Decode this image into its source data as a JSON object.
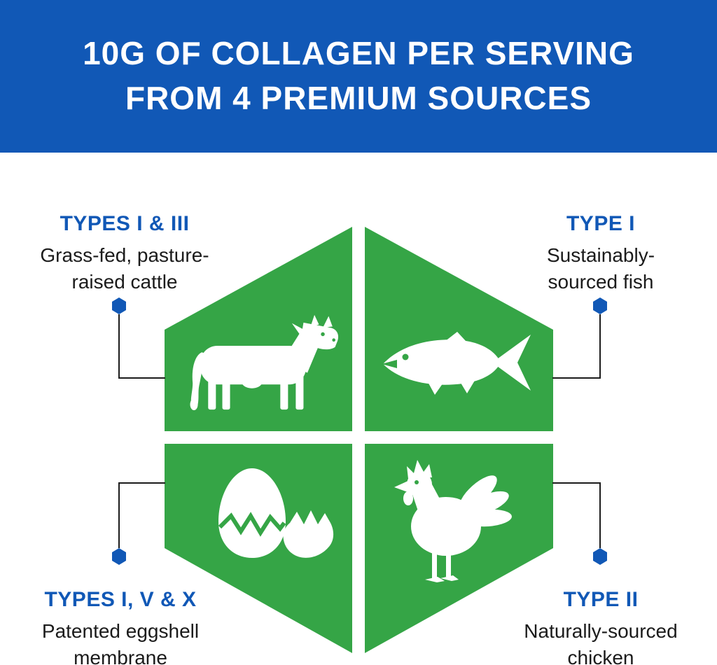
{
  "header": {
    "line1": "10G OF COLLAGEN PER SERVING",
    "line2": "FROM 4 PREMIUM SOURCES"
  },
  "colors": {
    "banner_blue": "#1158b6",
    "label_blue": "#1158b6",
    "quadrant_green": "#35a546",
    "icon_white": "#ffffff",
    "connector_dark": "#1c1c1c"
  },
  "sources": [
    {
      "position": "top-left",
      "type_label": "TYPES I & III",
      "desc_lines": [
        "Grass-fed, pasture-",
        "raised cattle"
      ],
      "icon": "cow-icon"
    },
    {
      "position": "top-right",
      "type_label": "TYPE I",
      "desc_lines": [
        "Sustainably-",
        "sourced fish"
      ],
      "icon": "fish-icon"
    },
    {
      "position": "bottom-left",
      "type_label": "TYPES I, V & X",
      "desc_lines": [
        "Patented eggshell",
        "membrane"
      ],
      "icon": "eggshell-icon"
    },
    {
      "position": "bottom-right",
      "type_label": "TYPE II",
      "desc_lines": [
        "Naturally-sourced",
        "chicken"
      ],
      "icon": "chicken-icon"
    }
  ]
}
